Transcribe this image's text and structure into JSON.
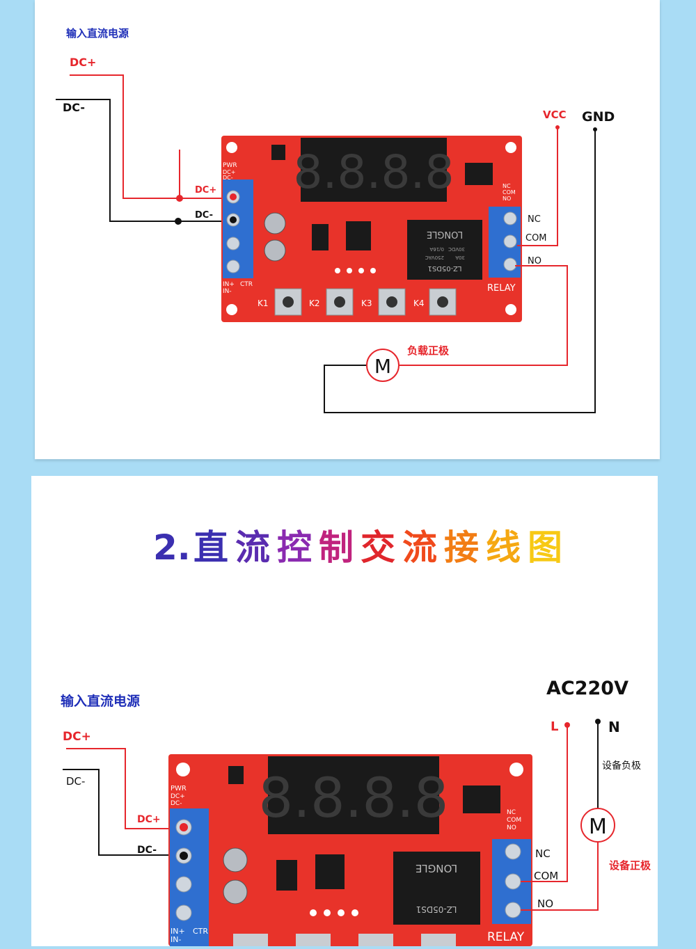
{
  "colors": {
    "background": "#a9dcf5",
    "pcb": "#e8332a",
    "terminal": "#2f6fd0",
    "wire_red": "#e6262c",
    "wire_black": "#111111",
    "label_blue": "#1f2fb8"
  },
  "diagram1": {
    "input_label": "输入直流电源",
    "dc_plus": "DC+",
    "dc_minus": "DC-",
    "vcc": "VCC",
    "gnd": "GND",
    "board": {
      "pin_dc_plus": "DC+",
      "pin_dc_minus": "DC-",
      "pwr_label": "PWR",
      "silk_dc_plus": "DC+",
      "silk_dc_minus": "DC-",
      "in_plus": "IN+",
      "in_minus": "IN-",
      "ctr": "CTR",
      "relay_silk": "RELAY",
      "nc_silk": "NC",
      "com_silk": "COM",
      "no_silk": "NO",
      "keys": [
        "K1",
        "K2",
        "K3",
        "K4"
      ],
      "relay_brand": "LONGLE",
      "relay_model": "LZ-05DS1",
      "relay_spec1": "30A",
      "relay_spec2": "250VAC",
      "relay_spec3": "30VDC",
      "relay_spec4": "0/16A",
      "display": "8.8.8.8"
    },
    "relay_nc": "NC",
    "relay_com": "COM",
    "relay_no": "NO",
    "motor": "M",
    "load_positive": "负载正极"
  },
  "title2": {
    "number": "2.",
    "chars": [
      "直",
      "流",
      "控",
      "制",
      "交",
      "流",
      "接",
      "线",
      "图"
    ],
    "char_colors": [
      "#3b2fb0",
      "#5a2cb0",
      "#8a2ab0",
      "#c0237e",
      "#e0262c",
      "#f04a1c",
      "#f27d14",
      "#f5a812",
      "#f7c915"
    ]
  },
  "diagram2": {
    "input_label": "输入直流电源",
    "dc_plus": "DC+",
    "dc_minus": "DC-",
    "ac_label": "AC220V",
    "l_label": "L",
    "n_label": "N",
    "device_negative": "设备负极",
    "device_positive": "设备正极",
    "motor": "M",
    "pin_dc_plus": "DC+",
    "pin_dc_minus": "DC-",
    "relay_nc": "NC",
    "relay_com": "COM",
    "relay_no": "NO",
    "board": {
      "pwr_label": "PWR",
      "silk_dc_plus": "DC+",
      "silk_dc_minus": "DC-",
      "in_plus": "IN+",
      "in_minus": "IN-",
      "ctr": "CTR",
      "relay_silk": "RELAY",
      "nc_silk": "NC",
      "com_silk": "COM",
      "no_silk": "NO",
      "relay_brand": "LONGLE",
      "relay_model": "LZ-05DS1",
      "display": "8.8.8.8"
    }
  }
}
